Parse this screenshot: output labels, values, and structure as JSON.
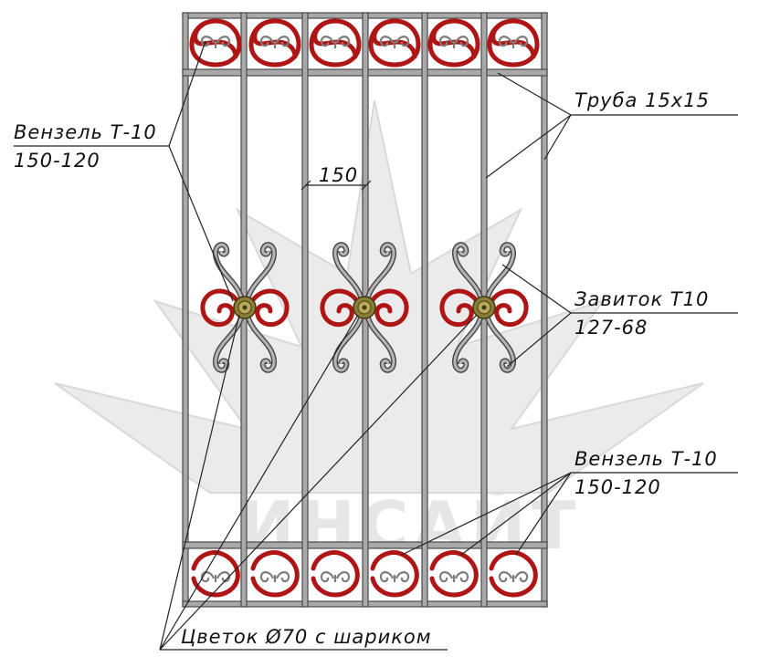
{
  "colors": {
    "frame": "#a9a9a9",
    "frame_outline": "#4a4a4a",
    "scroll_red": "#b01515",
    "scroll_gray": "#7d7d7d",
    "flower": "#8a7d36",
    "leader": "#222222",
    "watermark": "#e6e6e6"
  },
  "watermark_text": "ИНСАЙТ",
  "labels": {
    "top_left_line1": "Вензель Т-10",
    "top_left_line2": "150-120",
    "top_right": "Труба 15х15",
    "dimension": "150",
    "mid_right_line1": "Завиток Т10",
    "mid_right_line2": "127-68",
    "bottom_right_line1": "Вензель Т-10",
    "bottom_right_line2": "150-120",
    "bottom": "Цветок Ø70 с шариком"
  }
}
